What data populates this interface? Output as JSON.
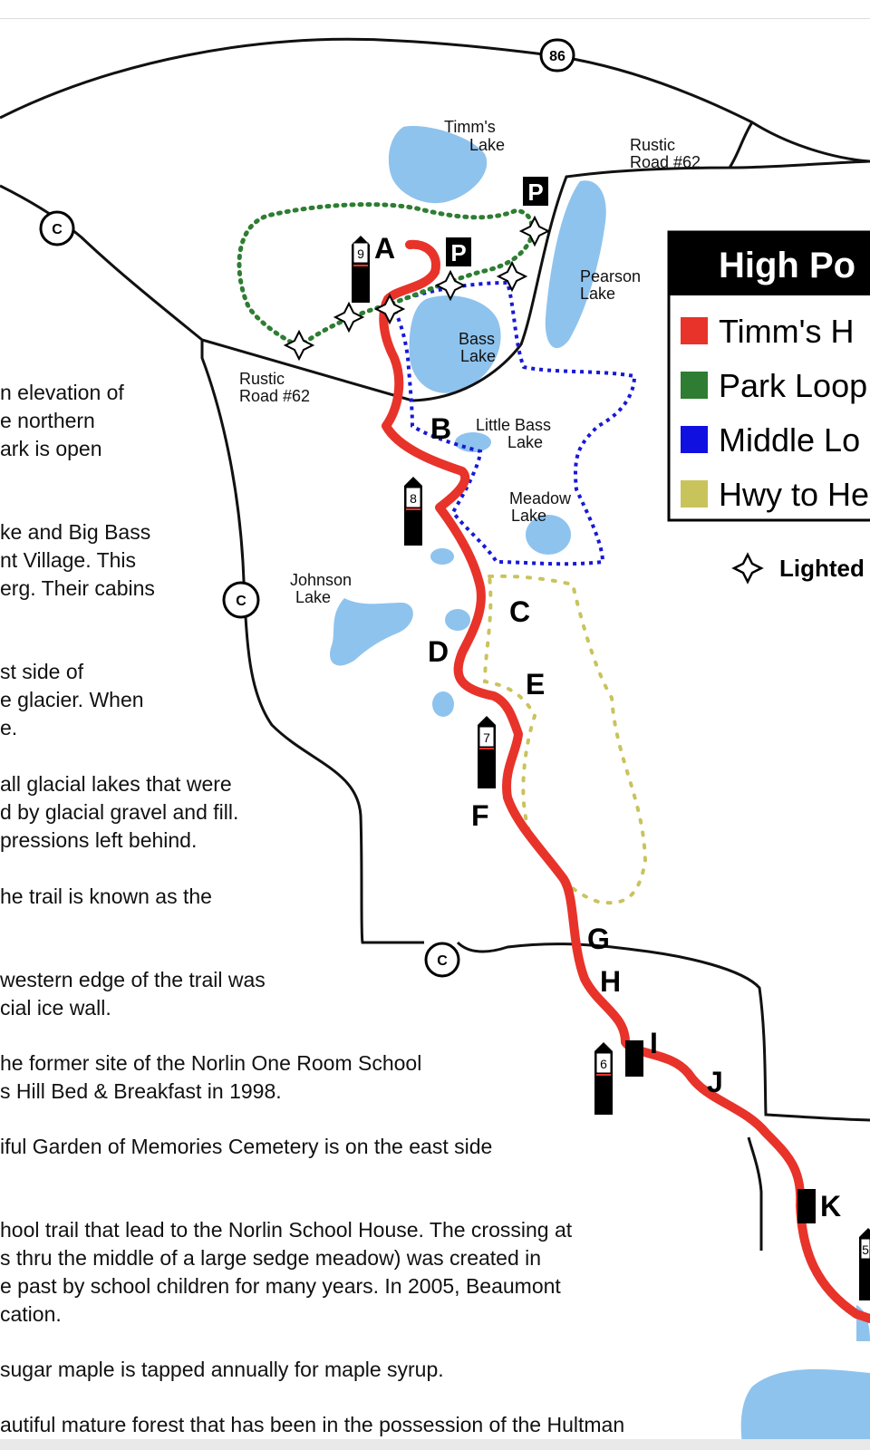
{
  "map": {
    "road_shields": {
      "hwy86": "86",
      "c_top": "C",
      "c_mid": "C",
      "c_low": "C"
    },
    "road_labels": {
      "rustic_top": [
        "Rustic",
        "Road #62"
      ],
      "rustic_left": [
        "Rustic",
        "Road #62"
      ]
    },
    "lakes": {
      "timms": [
        "Timm's",
        "Lake"
      ],
      "pearson": [
        "Pearson",
        "Lake"
      ],
      "bass": [
        "Bass",
        "Lake"
      ],
      "little_bass": [
        "Little Bass",
        "Lake"
      ],
      "meadow": [
        "Meadow",
        "Lake"
      ],
      "johnson": [
        "Johnson",
        "Lake"
      ]
    },
    "parking": [
      "P",
      "P"
    ],
    "waypoints": [
      "A",
      "B",
      "C",
      "D",
      "E",
      "F",
      "G",
      "H",
      "I",
      "J",
      "K"
    ],
    "markers": [
      "9",
      "8",
      "7",
      "6",
      "5"
    ],
    "legend": {
      "title": "High Po",
      "items": [
        {
          "label": "Timm's H",
          "color": "#e8332a"
        },
        {
          "label": "Park Loop",
          "color": "#2e7d32"
        },
        {
          "label": "Middle Lo",
          "color": "#1010e0"
        },
        {
          "label": "Hwy to He",
          "color": "#c9c35c"
        }
      ],
      "lighted": "Lighted"
    },
    "colors": {
      "lake": "#8ec3ee",
      "red_trail": "#e8332a",
      "green_trail": "#2e7d32",
      "blue_trail": "#1818d8",
      "yellow_trail": "#c9c35c"
    }
  },
  "description_lines": [
    "n elevation of",
    "e northern",
    "ark is open",
    "ke and Big Bass",
    "nt Village.  This",
    "erg.  Their cabins",
    "st side of",
    "e glacier.  When",
    "e.",
    "all glacial lakes that were",
    "d by glacial gravel and fill.",
    "pressions left behind.",
    "he trail is known as the",
    "western edge of the trail was",
    "cial ice wall.",
    "he former site of the Norlin One Room School",
    "s Hill Bed & Breakfast in 1998.",
    "iful Garden of Memories Cemetery is on the east side",
    "hool trail that lead to the Norlin School House.  The crossing at",
    "s thru the middle of a large sedge meadow) was created in",
    "e past by school children for many years.  In 2005, Beaumont",
    "cation.",
    "sugar maple is tapped annually for maple syrup.",
    "autiful mature forest that has been in the possession of the Hultman"
  ]
}
